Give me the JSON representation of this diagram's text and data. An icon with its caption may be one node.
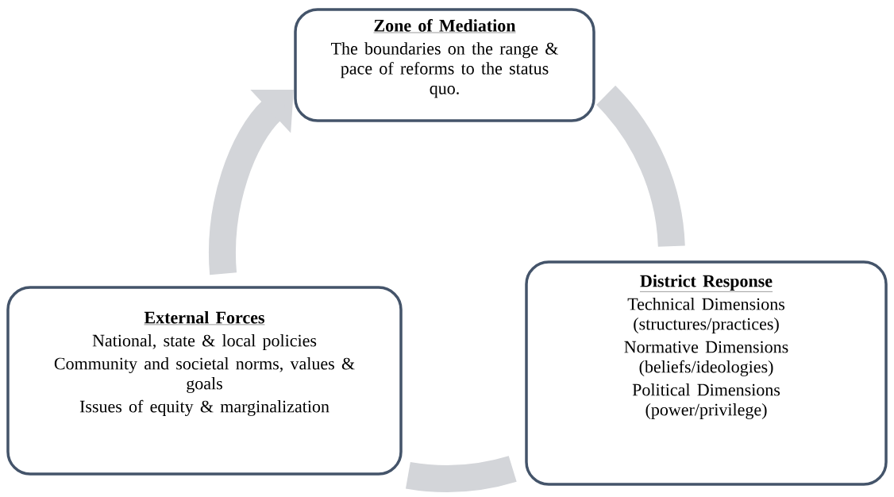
{
  "diagram": {
    "nodes": [
      {
        "text": [
          "Zone of Mediation",
          "The boundaries on the range & pace of reforms to the status quo."
        ]
      },
      {
        "text": [
          "External Forces",
          "National, state & local policies",
          "Community and societal norms, values & goals",
          "Issues of equity & marginalization"
        ]
      },
      {
        "text": [
          "District Response",
          "Technical Dimensions (structures/practices)",
          "Normative Dimensions (beliefs/ideologies)",
          "Political Dimensions (power/privilege)"
        ]
      }
    ],
    "edges": [
      {
        "from": 0,
        "to": 2,
        "arrow": "none"
      },
      {
        "from": 2,
        "to": 1,
        "arrow": "none"
      },
      {
        "from": 1,
        "to": 0,
        "arrow": "to"
      }
    ]
  }
}
